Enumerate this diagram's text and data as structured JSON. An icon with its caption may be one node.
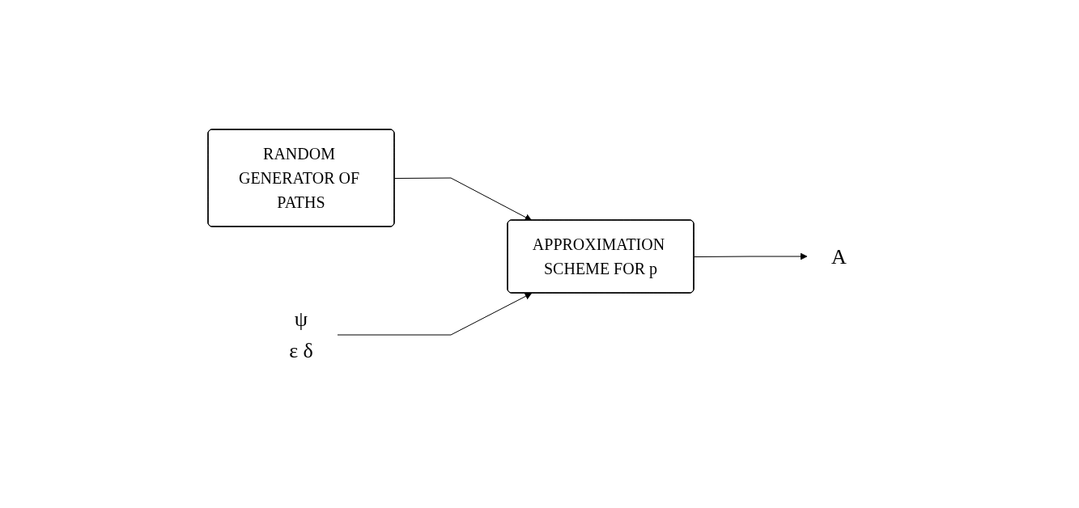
{
  "diagram": {
    "nodes": [
      {
        "text": [
          "RANDOM GENERATOR OF PATHS"
        ]
      },
      {
        "text": [
          "APPROXIMATION SCHEME FOR p"
        ]
      },
      {
        "text": [
          "ψ",
          "ε δ"
        ]
      },
      {
        "text": [
          "A"
        ]
      }
    ],
    "edges": [
      {
        "from": 0,
        "to": 1,
        "arrow": "to"
      },
      {
        "from": 2,
        "to": 1,
        "arrow": "to"
      },
      {
        "from": 1,
        "to": 3,
        "arrow": "to"
      }
    ]
  }
}
